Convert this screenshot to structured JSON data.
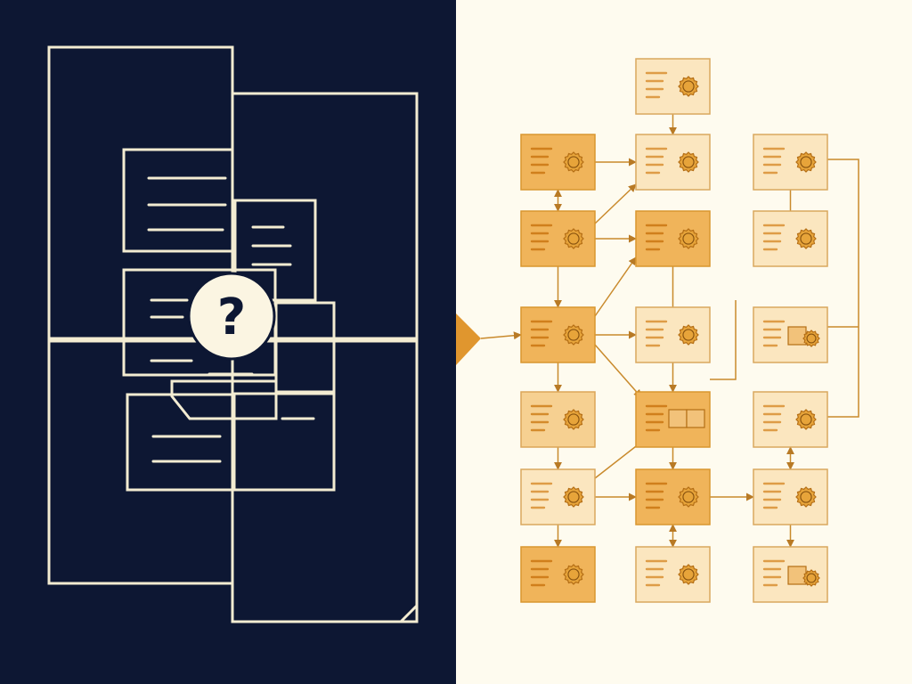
{
  "scene": {
    "left_background": "#0d1733",
    "right_background": "#fefbef",
    "left_line_color": "#f3ecd2",
    "connector_color": "#c98a2c",
    "arrow_accent": "#e0962e"
  },
  "left_panel": {
    "question_mark": "?"
  },
  "right_panel": {
    "nodes": [
      {
        "col": 1,
        "row": 0,
        "shade": "light",
        "emblem": "seal"
      },
      {
        "col": 0,
        "row": 1,
        "shade": "dark",
        "emblem": "seal"
      },
      {
        "col": 1,
        "row": 1,
        "shade": "light",
        "emblem": "seal"
      },
      {
        "col": 2,
        "row": 1,
        "shade": "light",
        "emblem": "seal"
      },
      {
        "col": 0,
        "row": 2,
        "shade": "dark",
        "emblem": "seal"
      },
      {
        "col": 1,
        "row": 2,
        "shade": "dark",
        "emblem": "seal"
      },
      {
        "col": 2,
        "row": 2,
        "shade": "light",
        "emblem": "seal"
      },
      {
        "col": 0,
        "row": 3,
        "shade": "dark",
        "emblem": "seal"
      },
      {
        "col": 1,
        "row": 3,
        "shade": "light",
        "emblem": "seal"
      },
      {
        "col": 2,
        "row": 3,
        "shade": "light",
        "emblem": "seal-photo"
      },
      {
        "col": 0,
        "row": 4,
        "shade": "mid",
        "emblem": "seal"
      },
      {
        "col": 1,
        "row": 4,
        "shade": "dark",
        "emblem": "photo"
      },
      {
        "col": 2,
        "row": 4,
        "shade": "light",
        "emblem": "seal"
      },
      {
        "col": 0,
        "row": 5,
        "shade": "light",
        "emblem": "seal"
      },
      {
        "col": 1,
        "row": 5,
        "shade": "dark",
        "emblem": "seal"
      },
      {
        "col": 2,
        "row": 5,
        "shade": "light",
        "emblem": "seal"
      },
      {
        "col": 0,
        "row": 6,
        "shade": "dark",
        "emblem": "seal"
      },
      {
        "col": 1,
        "row": 6,
        "shade": "light",
        "emblem": "seal"
      },
      {
        "col": 2,
        "row": 6,
        "shade": "light",
        "emblem": "seal-photo"
      }
    ]
  }
}
